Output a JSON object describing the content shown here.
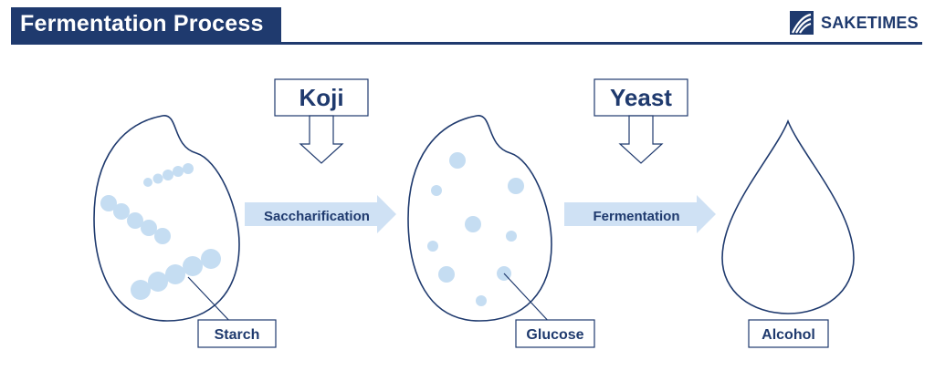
{
  "header": {
    "title": "Fermentation Process",
    "logo_text": "SAKETIMES",
    "accent_color": "#1f3a6e"
  },
  "diagram": {
    "agents": {
      "koji": "Koji",
      "yeast": "Yeast"
    },
    "steps": {
      "saccharification": "Saccharification",
      "fermentation": "Fermentation"
    },
    "labels": {
      "starch": "Starch",
      "glucose": "Glucose",
      "alcohol": "Alcohol"
    },
    "colors": {
      "outline": "#1f3a6e",
      "particle": "#c5ddf2",
      "arrow_fill": "#cfe1f4"
    },
    "icons": [
      "rice-grain-icon",
      "water-drop-icon",
      "down-arrow-icon",
      "right-arrow-icon"
    ]
  }
}
